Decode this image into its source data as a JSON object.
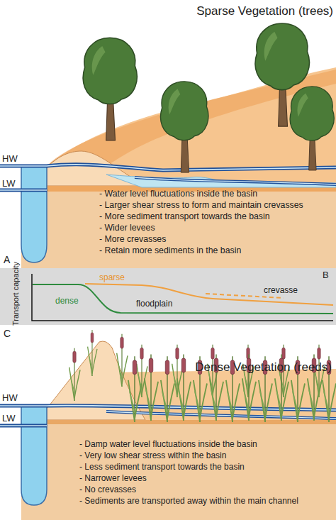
{
  "diagram": {
    "nodes": [
      {
        "text": [
          "B",
          "Transport capacity",
          "sparse",
          "dense",
          "crevasse",
          "floodplain"
        ]
      }
    ],
    "labels": [
      "Sparse Vegetation (trees)",
      "HW",
      "LW",
      "- Water level fluctuations inside the basin",
      "- Larger shear stress to form and maintain crevasses",
      "- More sediment transport towards the basin",
      "- Wider levees",
      "- More crevasses",
      "- Retain more sediments in the basin",
      "A",
      "C",
      "Dense Vegetation (reeds)",
      "HW",
      "LW",
      "- Damp water level fluctuations inside the basin",
      "- Very low shear stress within the basin",
      "- Less sediment transport towards the basin",
      "- Narrower levees",
      "- No crevasses",
      "- Sediments are transported away within the main channel"
    ]
  }
}
